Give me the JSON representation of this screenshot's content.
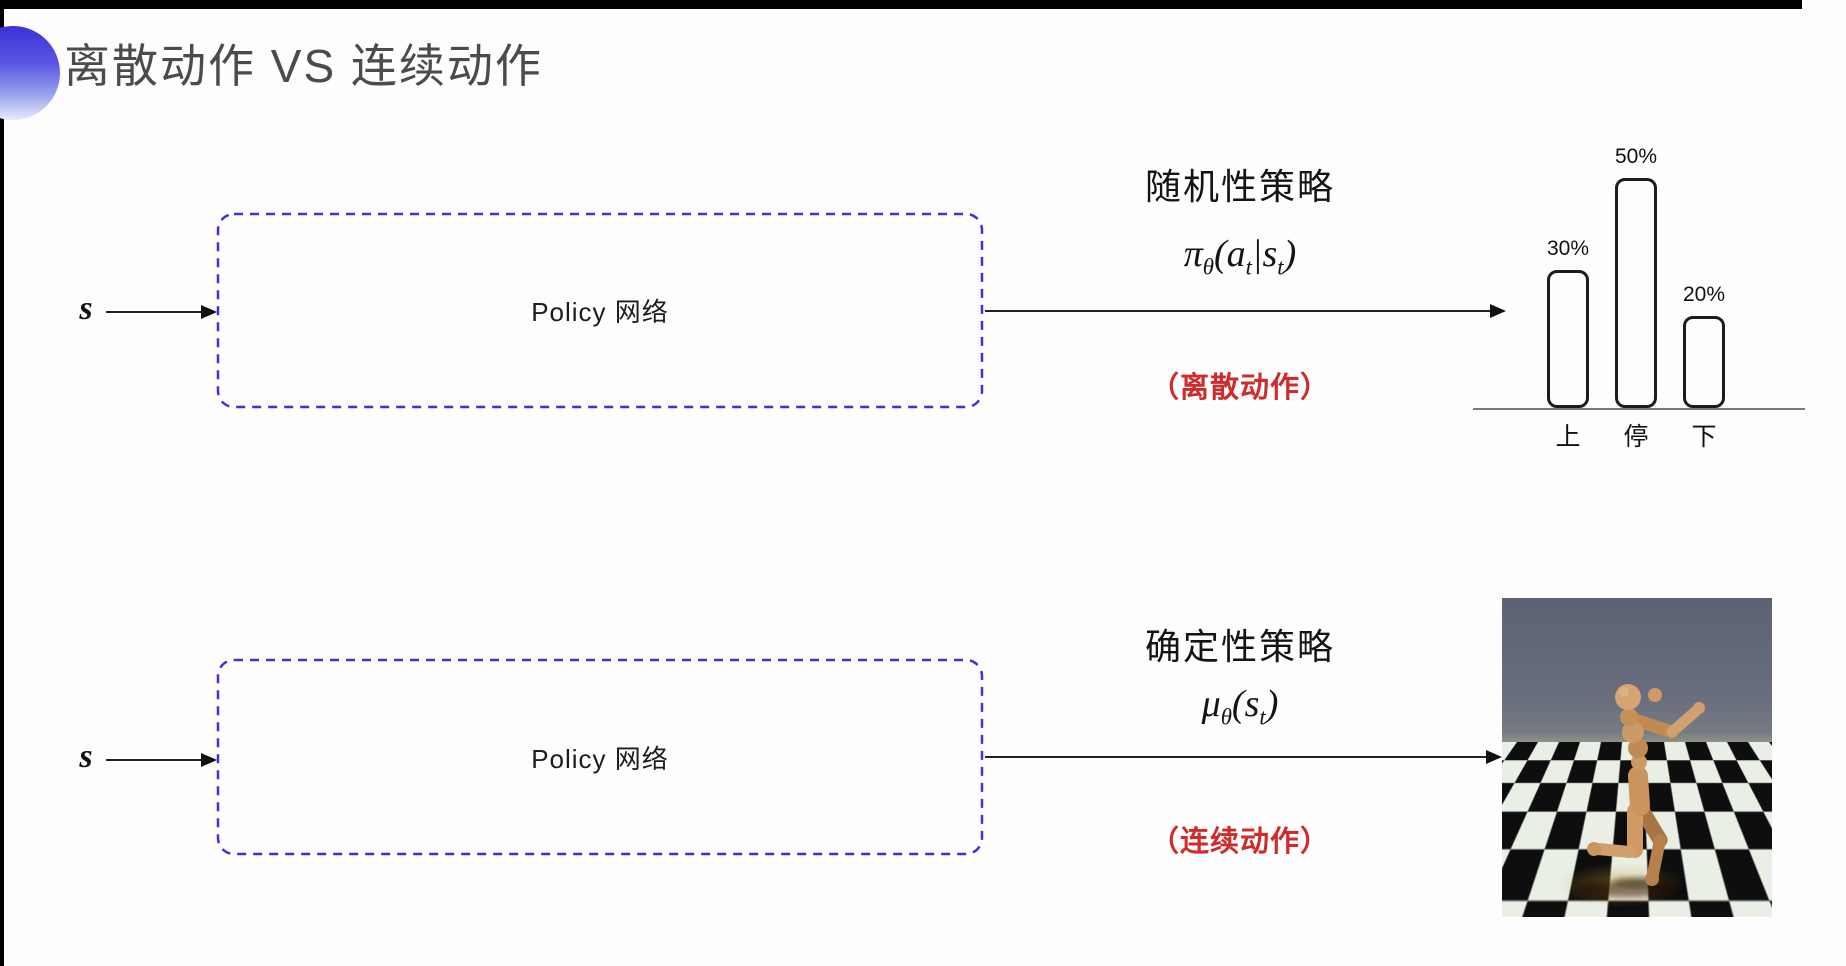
{
  "frame": {
    "title": "离散动作 VS 连续动作"
  },
  "pipelines": [
    {
      "id": "stochastic",
      "input_label": "s",
      "box_label": "Policy 网络",
      "policy_name": "随机性策略",
      "formula": [
        {
          "t": "π"
        },
        {
          "t": "θ",
          "sub": true
        },
        {
          "t": "("
        },
        {
          "t": "a"
        },
        {
          "t": "t",
          "sub": true
        },
        {
          "t": "|"
        },
        {
          "t": "s"
        },
        {
          "t": "t",
          "sub": true
        },
        {
          "t": ")"
        }
      ],
      "action_type": "（离散动作）"
    },
    {
      "id": "deterministic",
      "input_label": "s",
      "box_label": "Policy 网络",
      "policy_name": "确定性策略",
      "formula": [
        {
          "t": "μ"
        },
        {
          "t": "θ",
          "sub": true
        },
        {
          "t": "("
        },
        {
          "t": "s"
        },
        {
          "t": "t",
          "sub": true
        },
        {
          "t": ")"
        }
      ],
      "action_type": "（连续动作）"
    }
  ],
  "chart_data": {
    "type": "bar",
    "title": "",
    "categories": [
      "上",
      "停",
      "下"
    ],
    "values": [
      30,
      50,
      20
    ],
    "value_labels": [
      "30%",
      "50%",
      "20%"
    ],
    "ylim": [
      0,
      55
    ],
    "grid": false,
    "legend_position": "none",
    "bar_style": "outlined-rounded",
    "bar_outline_color": "#1c1c1c"
  },
  "illustration": {
    "name": "humanoid-robot-on-checkerboard"
  },
  "colors": {
    "box_border_blue": "#3a35d6",
    "accent_red": "#cf2b2b",
    "title_gray": "#4b4b4b",
    "decor_blue_top": "#3a31d8",
    "decor_blue_bottom": "#e6ebfc",
    "arrow_black": "#222222"
  }
}
